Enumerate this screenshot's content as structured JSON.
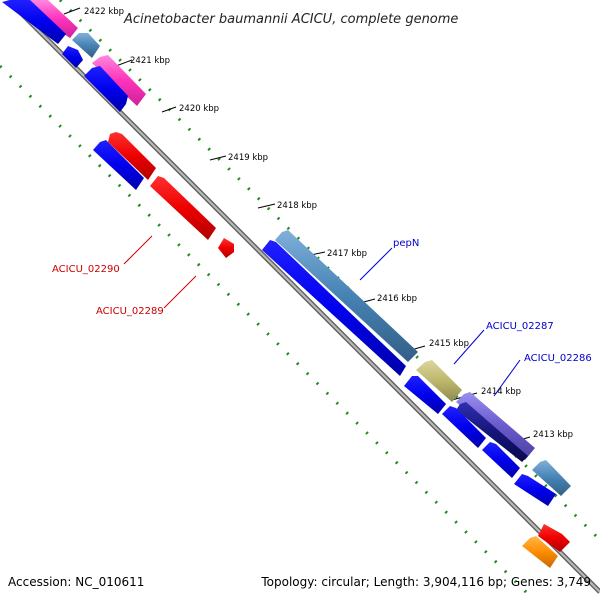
{
  "title": "Acinetobacter baumannii ACICU, complete genome",
  "footer": {
    "accession": "Accession: NC_010611",
    "summary": "Topology: circular; Length: 3,904,116 bp; Genes: 3,749"
  },
  "ticks": [
    "2422 kbp",
    "2421 kbp",
    "2420 kbp",
    "2419 kbp",
    "2418 kbp",
    "2417 kbp",
    "2416 kbp",
    "2415 kbp",
    "2414 kbp",
    "2413 kbp"
  ],
  "labels": {
    "pepN": "pepN",
    "acicu_02287": "ACICU_02287",
    "acicu_02286": "ACICU_02286",
    "acicu_02290": "ACICU_02290",
    "acicu_02289": "ACICU_02289"
  },
  "colors": {
    "cds": "#0000ff",
    "gene_red": "#ff0000",
    "gene_pink": "#ff44bb",
    "gene_steel": "#4682b4",
    "gene_khaki": "#bdb76b",
    "gene_slate": "#6a5acd",
    "gene_orange": "#ff8c00",
    "backbone": "#888888",
    "gc_dots": "#228b22",
    "label_blue": "#0000cc",
    "label_red": "#cc0000"
  }
}
